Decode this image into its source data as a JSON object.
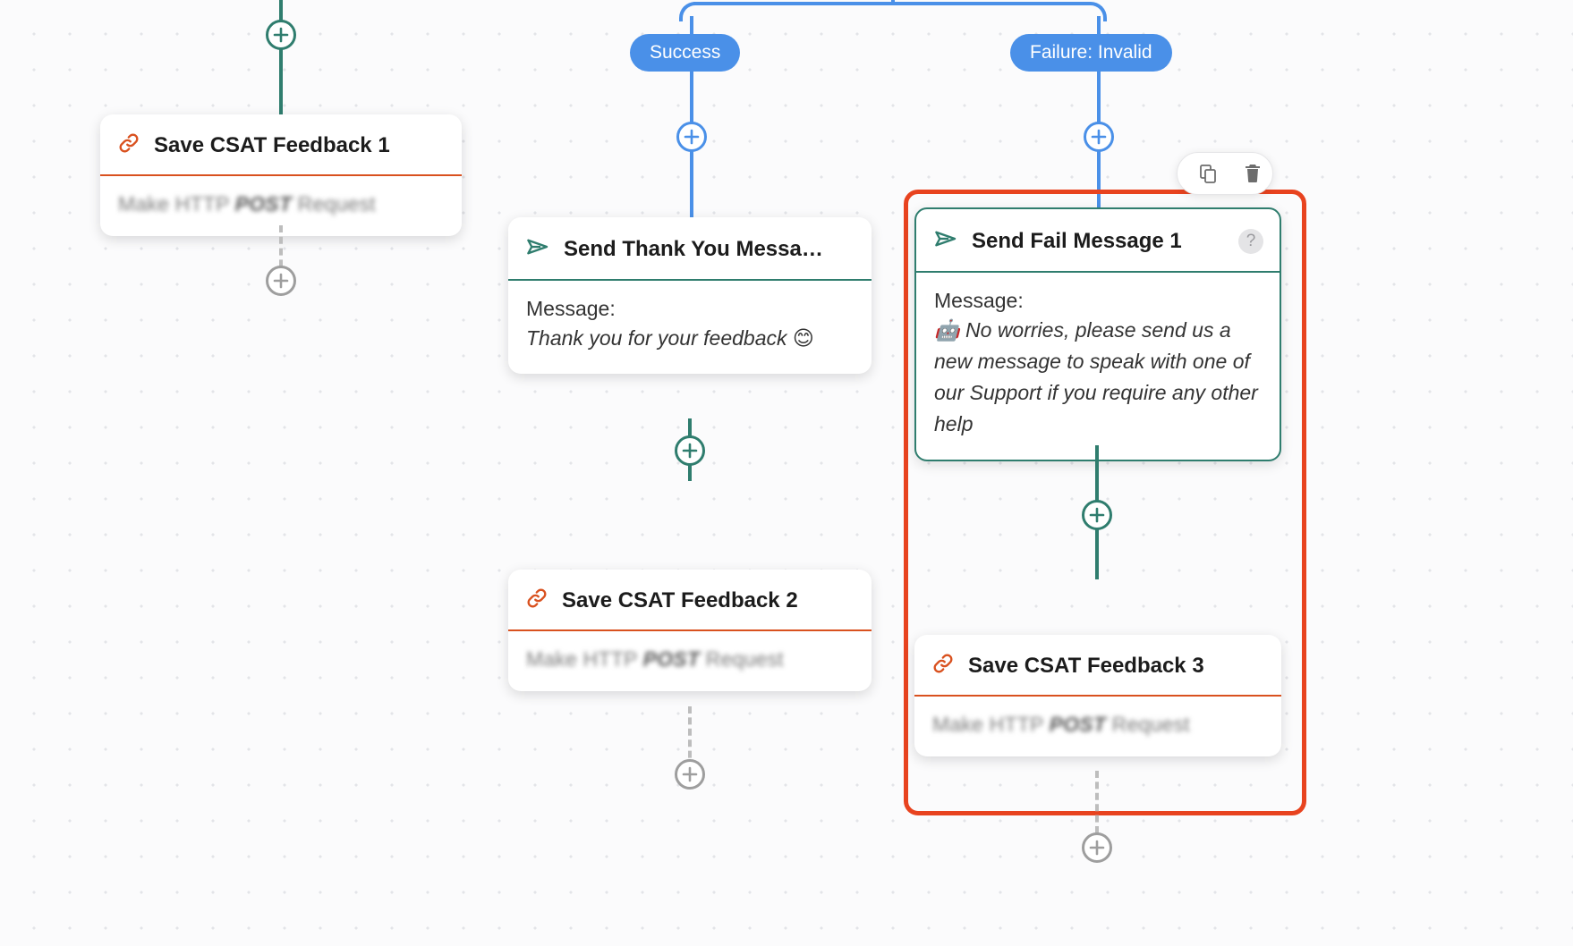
{
  "canvas": {
    "branch_labels": [
      {
        "id": "success",
        "label": "Success"
      },
      {
        "id": "failure",
        "label": "Failure: Invalid"
      }
    ],
    "colors": {
      "branch_blue": "#4a90e8",
      "connector_teal": "#2f7d6e",
      "connector_gray": "#9e9e9e",
      "http_accent": "#d9511f",
      "selection_red": "#e8431f"
    }
  },
  "toolbar": {
    "copy_label": "Duplicate node",
    "delete_label": "Delete node"
  },
  "nodes": [
    {
      "id": "save-csat-1",
      "type": "http",
      "title": "Save CSAT Feedback 1",
      "icon": "link-icon",
      "body_prefix": "Make HTTP ",
      "body_method": "POST",
      "body_suffix": " Request"
    },
    {
      "id": "send-thank-you-1",
      "type": "message",
      "title": "Send Thank You Messa…",
      "icon": "send-icon",
      "message_label": "Message:",
      "message_text": "Thank you for your feedback 😊"
    },
    {
      "id": "send-fail-1",
      "type": "message",
      "title": "Send Fail Message 1",
      "icon": "send-icon",
      "help_glyph": "?",
      "message_label": "Message:",
      "message_text": "🤖 No worries, please send us a new message to speak with one of our Support if you require any other help"
    },
    {
      "id": "save-csat-2",
      "type": "http",
      "title": "Save CSAT Feedback 2",
      "icon": "link-icon",
      "body_prefix": "Make HTTP ",
      "body_method": "POST",
      "body_suffix": " Request"
    },
    {
      "id": "save-csat-3",
      "type": "http",
      "title": "Save CSAT Feedback 3",
      "icon": "link-icon",
      "body_prefix": "Make HTTP ",
      "body_method": "POST",
      "body_suffix": " Request"
    }
  ],
  "add_buttons": [
    {
      "id": "add-above-save-csat-1",
      "color": "teal"
    },
    {
      "id": "add-below-save-csat-1",
      "color": "gray"
    },
    {
      "id": "add-success-branch",
      "color": "blue"
    },
    {
      "id": "add-failure-branch",
      "color": "blue"
    },
    {
      "id": "add-after-thank-you",
      "color": "teal"
    },
    {
      "id": "add-after-save-csat-2",
      "color": "gray"
    },
    {
      "id": "add-after-fail-message",
      "color": "teal"
    },
    {
      "id": "add-after-save-csat-3",
      "color": "gray"
    }
  ]
}
